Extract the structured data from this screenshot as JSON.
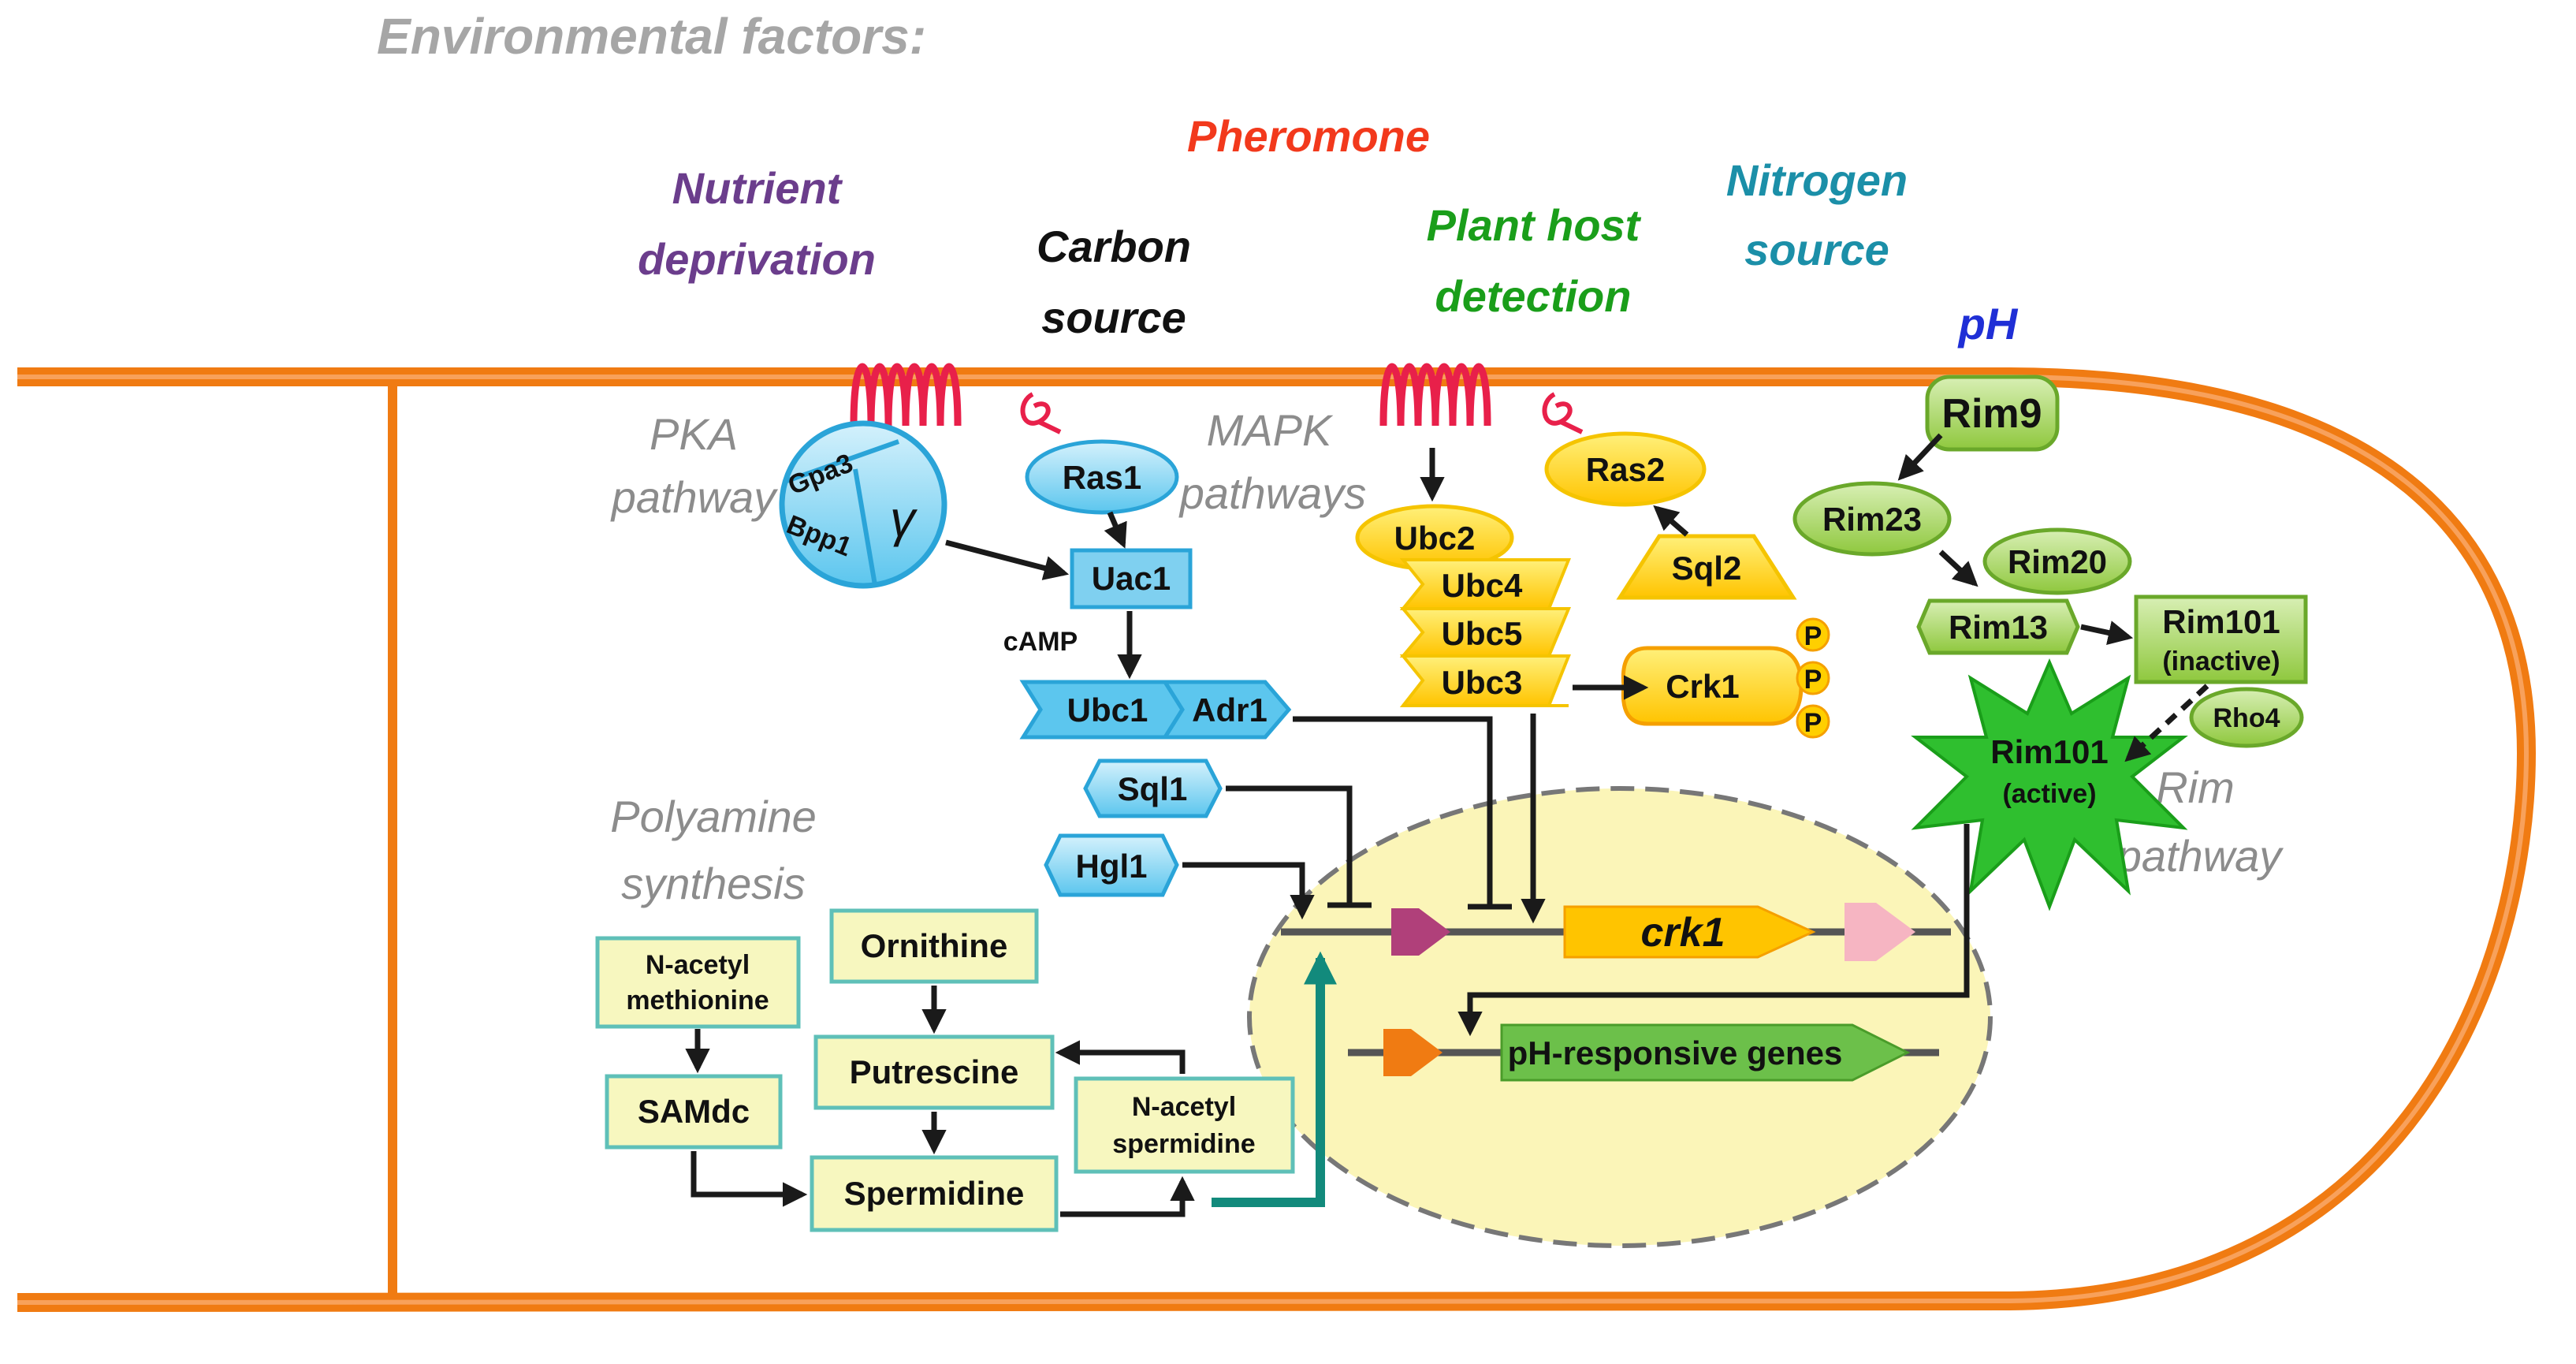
{
  "title": "Environmental factors:",
  "colors": {
    "membrane": "#f07b12",
    "pka": "#3bb8e6",
    "pka_fill": "#b7e7f8",
    "mapk": "#f5c400",
    "mapk_fill": "#ffd21a",
    "rim": "#8fc83e",
    "rim_fill": "#a8d666",
    "nucleus": "#fbf5b8",
    "polyamine_fill": "#f7f7bf",
    "polyamine_edge": "#5fc0b8",
    "teal_arrow": "#128a7c",
    "receptor": "#e8204a"
  },
  "factors": {
    "nutrient_1": "Nutrient",
    "nutrient_2": "deprivation",
    "pheromone": "Pheromone",
    "carbon_1": "Carbon",
    "carbon_2": "source",
    "plant_1": "Plant host",
    "plant_2": "detection",
    "nitrogen_1": "Nitrogen",
    "nitrogen_2": "source",
    "ph": "pH"
  },
  "pathways": {
    "pka_1": "PKA",
    "pka_2": "pathway",
    "mapk_1": "MAPK",
    "mapk_2": "pathways",
    "polyamine_1": "Polyamine",
    "polyamine_2": "synthesis",
    "rim_1": "Rim",
    "rim_2": "pathway"
  },
  "pka": {
    "gpa3": "Gpa3",
    "bpp1": "Bpp1",
    "gamma": "γ",
    "ras1": "Ras1",
    "uac1": "Uac1",
    "camp": "cAMP",
    "ubc1": "Ubc1",
    "adr1": "Adr1",
    "sql1": "Sql1",
    "hgl1": "Hgl1"
  },
  "mapk": {
    "ubc2": "Ubc2",
    "ubc4": "Ubc4",
    "ubc5": "Ubc5",
    "ubc3": "Ubc3",
    "ras2": "Ras2",
    "sql2": "Sql2",
    "crk1": "Crk1",
    "p": "P"
  },
  "rim": {
    "rim9": "Rim9",
    "rim23": "Rim23",
    "rim20": "Rim20",
    "rim13": "Rim13",
    "rim101_inactive_1": "Rim101",
    "rim101_inactive_2": "(inactive)",
    "rho4": "Rho4",
    "rim101_active_1": "Rim101",
    "rim101_active_2": "(active)"
  },
  "nucleus": {
    "crk1_gene": "crk1",
    "ph_genes": "pH-responsive genes"
  },
  "polyamine": {
    "nacetyl_methionine_1": "N-acetyl",
    "nacetyl_methionine_2": "methionine",
    "samdc": "SAMdc",
    "ornithine": "Ornithine",
    "putrescine": "Putrescine",
    "spermidine": "Spermidine",
    "nacetyl_spermidine_1": "N-acetyl",
    "nacetyl_spermidine_2": "spermidine"
  }
}
